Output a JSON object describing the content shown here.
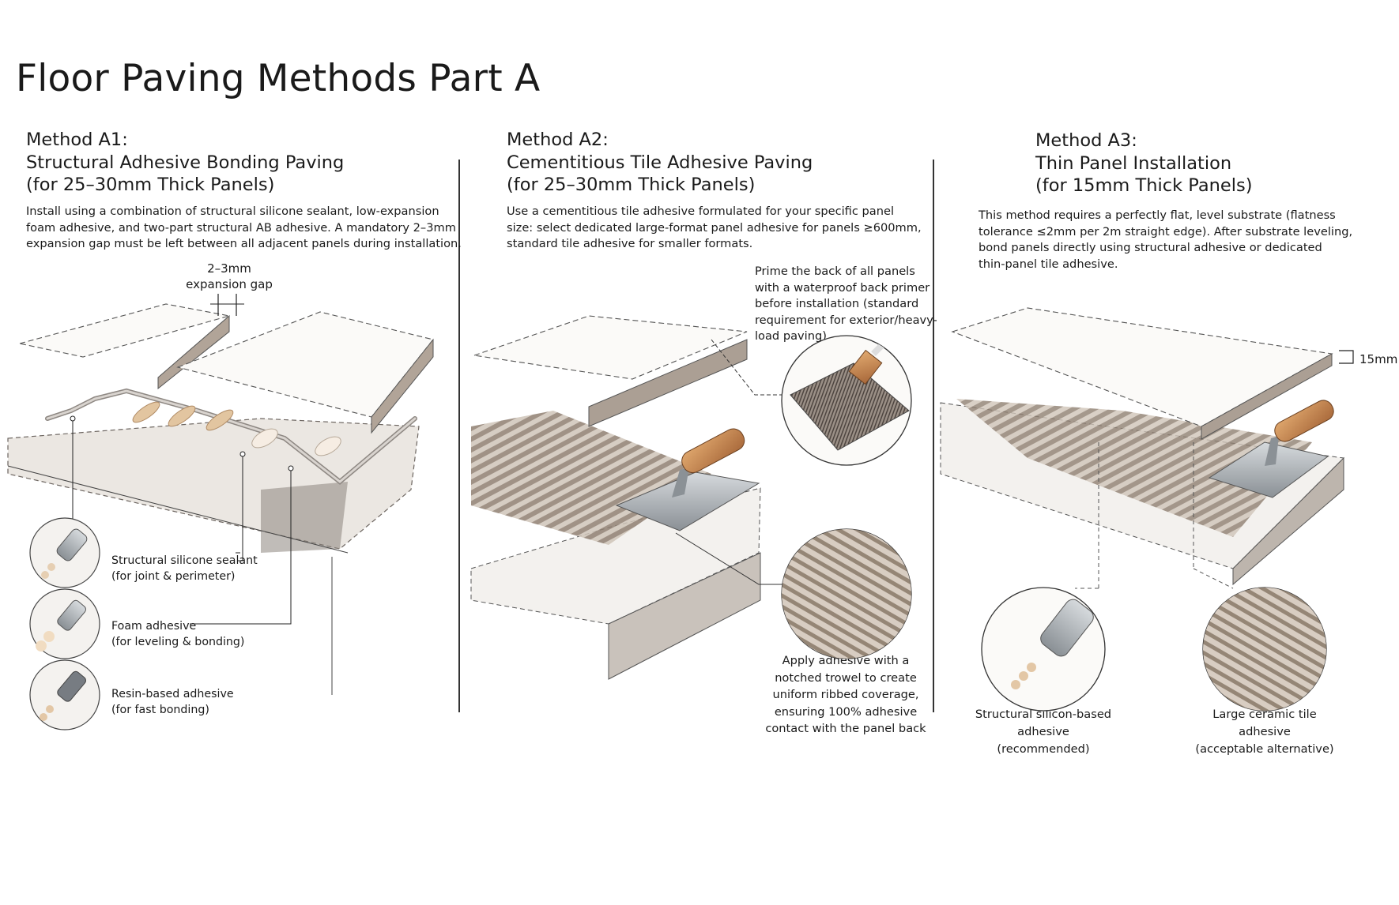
{
  "title": "Floor Paving Methods Part A",
  "methods": [
    {
      "name": "Method A1:",
      "subtitle": "Structural Adhesive Bonding Paving",
      "thickness": "(for 25–30mm Thick Panels)",
      "description": [
        "Install using a combination of structural silicone sealant, low-expansion",
        "foam adhesive, and two-part structural AB adhesive. A mandatory 2–3mm",
        "expansion gap must be left between all adjacent panels during installation."
      ],
      "gap_label": [
        "2–3mm",
        "expansion gap"
      ],
      "adhesives": [
        {
          "name": "Structural silicone sealant",
          "note": "(for joint & perimeter)"
        },
        {
          "name": "Foam adhesive",
          "note": "(for leveling & bonding)"
        },
        {
          "name": "Resin-based adhesive",
          "note": "(for fast bonding)"
        }
      ]
    },
    {
      "name": "Method A2:",
      "subtitle": "Cementitious Tile Adhesive Paving",
      "thickness": "(for 25–30mm Thick Panels)",
      "description": [
        "Use a cementitious tile adhesive formulated for your specific panel",
        "size: select dedicated large-format panel adhesive for panels ≥600mm,",
        "standard tile adhesive for smaller formats."
      ],
      "primer_note": [
        "Prime the back of all panels",
        "with a waterproof back primer",
        "before installation (standard",
        "requirement for exterior/heavy-",
        "load paving)"
      ],
      "trowel_note": [
        "Apply adhesive with a",
        "notched trowel to create",
        "uniform ribbed coverage,",
        "ensuring 100% adhesive",
        "contact with the panel back"
      ]
    },
    {
      "name": "Method A3:",
      "subtitle": "Thin Panel Installation",
      "thickness": "(for 15mm Thick Panels)",
      "description": [
        "This method requires a perfectly flat, level substrate (flatness",
        "tolerance ≤2mm per 2m straight edge). After substrate leveling,",
        "bond panels directly using structural adhesive or dedicated",
        "thin-panel tile adhesive."
      ],
      "dimension_label": "15mm",
      "options": [
        {
          "lines": [
            "Structural silicon-based",
            "adhesive",
            "(recommended)"
          ]
        },
        {
          "lines": [
            "Large ceramic tile",
            "adhesive",
            "(acceptable alternative)"
          ]
        }
      ]
    }
  ],
  "colors": {
    "ink": "#1a1a1a",
    "panel": "#f4f2ef",
    "panel_edge": "#b8aca2",
    "adhesive": "#a29386",
    "bead": "#e8d2b6",
    "wood": "#c98b55",
    "metal": "#a9aeb3"
  }
}
